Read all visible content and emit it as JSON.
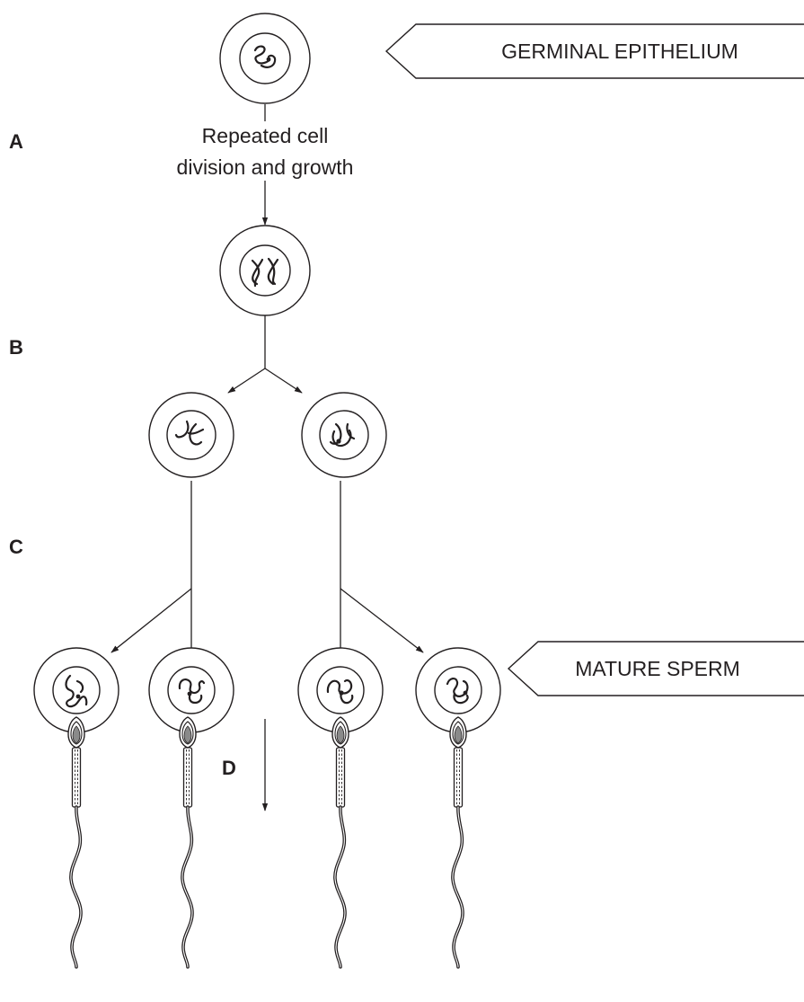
{
  "stage_labels": {
    "a": "A",
    "b": "B",
    "c": "C",
    "d": "D"
  },
  "caption": {
    "line1": "Repeated cell",
    "line2": "division and growth"
  },
  "tags": {
    "top": "GERMINAL EPITHELIUM",
    "bottom": "MATURE SPERM"
  }
}
